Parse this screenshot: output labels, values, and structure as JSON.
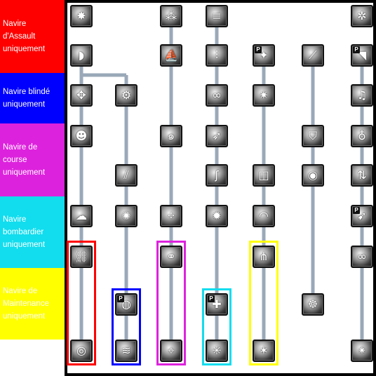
{
  "legend": [
    {
      "id": "assault",
      "label": "Navire\nd'Assault\nuniquement",
      "color": "#ff0000",
      "text_color": "#ffffff"
    },
    {
      "id": "armored",
      "label": "Navire blindé\nuniquement",
      "color": "#0000ff",
      "text_color": "#ffffff"
    },
    {
      "id": "racing",
      "label": "Navire de\ncourse\nuniquement",
      "color": "#dd22dd",
      "text_color": "#ffffff"
    },
    {
      "id": "bomber",
      "label": "Navire\nbombardier\nuniquement",
      "color": "#11ddee",
      "text_color": "#ffffff"
    },
    {
      "id": "maintenance",
      "label": "Navire de\nMaintenance\nuniquement",
      "color": "#ffff00",
      "text_color": "#ffffff"
    }
  ],
  "tree_background": "#ffffff",
  "connector_color": "#9aa8b8",
  "skills": [
    {
      "id": "c1-r1",
      "col": 1,
      "row": 1,
      "icon": "burst-icon",
      "passive": false
    },
    {
      "id": "c1-r2",
      "col": 1,
      "row": 2,
      "icon": "cannon-icon",
      "passive": false
    },
    {
      "id": "c1-r3",
      "col": 1,
      "row": 3,
      "icon": "cross-arrows-icon",
      "passive": false
    },
    {
      "id": "c1-r4",
      "col": 1,
      "row": 4,
      "icon": "figure-icon",
      "passive": false
    },
    {
      "id": "c1-r6",
      "col": 1,
      "row": 6,
      "icon": "smoke-icon",
      "passive": false
    },
    {
      "id": "c1-r7",
      "col": 1,
      "row": 7,
      "icon": "chain-icon",
      "passive": false
    },
    {
      "id": "c1-r9",
      "col": 1,
      "row": 9,
      "icon": "vortex-icon",
      "passive": false
    },
    {
      "id": "c2-r3",
      "col": 2,
      "row": 3,
      "icon": "gear-icon",
      "passive": false
    },
    {
      "id": "c2-r5",
      "col": 2,
      "row": 5,
      "icon": "rain-streaks-icon",
      "passive": false
    },
    {
      "id": "c2-r6",
      "col": 2,
      "row": 6,
      "icon": "flash-icon",
      "passive": false
    },
    {
      "id": "c2-r8",
      "col": 2,
      "row": 8,
      "icon": "globe-icon",
      "passive": true
    },
    {
      "id": "c2-r9",
      "col": 2,
      "row": 9,
      "icon": "tornado-icon",
      "passive": false
    },
    {
      "id": "c3-r1",
      "col": 3,
      "row": 1,
      "icon": "rocks-icon",
      "passive": false
    },
    {
      "id": "c3-r2",
      "col": 3,
      "row": 2,
      "icon": "sail-icon",
      "passive": false
    },
    {
      "id": "c3-r4",
      "col": 3,
      "row": 4,
      "icon": "swirl-icon",
      "passive": false
    },
    {
      "id": "c3-r6",
      "col": 3,
      "row": 6,
      "icon": "dots-icon",
      "passive": false
    },
    {
      "id": "c3-r7",
      "col": 3,
      "row": 7,
      "icon": "twin-cannon-icon",
      "passive": false
    },
    {
      "id": "c3-r9",
      "col": 3,
      "row": 9,
      "icon": "target-icon",
      "passive": false
    },
    {
      "id": "c4-r1",
      "col": 4,
      "row": 1,
      "icon": "pipes-icon",
      "passive": false
    },
    {
      "id": "c4-r2",
      "col": 4,
      "row": 2,
      "icon": "barrels-icon",
      "passive": false
    },
    {
      "id": "c4-r3",
      "col": 4,
      "row": 3,
      "icon": "knot-icon",
      "passive": false
    },
    {
      "id": "c4-r4",
      "col": 4,
      "row": 4,
      "icon": "wing-icon",
      "passive": false
    },
    {
      "id": "c4-r5",
      "col": 4,
      "row": 5,
      "icon": "hook-icon",
      "passive": false
    },
    {
      "id": "c4-r6",
      "col": 4,
      "row": 6,
      "icon": "explosion-icon",
      "passive": false
    },
    {
      "id": "c4-r8",
      "col": 4,
      "row": 8,
      "icon": "cannon-plus-icon",
      "passive": true
    },
    {
      "id": "c4-r9",
      "col": 4,
      "row": 9,
      "icon": "shatter-icon",
      "passive": false
    },
    {
      "id": "c5-r2",
      "col": 5,
      "row": 2,
      "icon": "sparkle-icon",
      "passive": true
    },
    {
      "id": "c5-r3",
      "col": 5,
      "row": 3,
      "icon": "nova-icon",
      "passive": false
    },
    {
      "id": "c5-r5",
      "col": 5,
      "row": 5,
      "icon": "drum-icon",
      "passive": false
    },
    {
      "id": "c5-r6",
      "col": 5,
      "row": 6,
      "icon": "lips-icon",
      "passive": false
    },
    {
      "id": "c5-r7",
      "col": 5,
      "row": 7,
      "icon": "claws-icon",
      "passive": false
    },
    {
      "id": "c5-r9",
      "col": 5,
      "row": 9,
      "icon": "star-burst-icon",
      "passive": false
    },
    {
      "id": "c6-r2",
      "col": 6,
      "row": 2,
      "icon": "slash-icon",
      "passive": false
    },
    {
      "id": "c6-r4",
      "col": 6,
      "row": 4,
      "icon": "shield-arrow-icon",
      "passive": false
    },
    {
      "id": "c6-r5",
      "col": 6,
      "row": 5,
      "icon": "orb-icon",
      "passive": false
    },
    {
      "id": "c6-r8",
      "col": 6,
      "row": 8,
      "icon": "wheel-icon",
      "passive": false
    },
    {
      "id": "c7-r1",
      "col": 7,
      "row": 1,
      "icon": "sawblade-icon",
      "passive": false
    },
    {
      "id": "c7-r2",
      "col": 7,
      "row": 2,
      "icon": "horn-icon",
      "passive": true
    },
    {
      "id": "c7-r3",
      "col": 7,
      "row": 3,
      "icon": "music-icon",
      "passive": false
    },
    {
      "id": "c7-r4",
      "col": 7,
      "row": 4,
      "icon": "bell-icon",
      "passive": false
    },
    {
      "id": "c7-r5",
      "col": 7,
      "row": 5,
      "icon": "swap-arrows-icon",
      "passive": false
    },
    {
      "id": "c7-r6",
      "col": 7,
      "row": 6,
      "icon": "spear-icon",
      "passive": true
    },
    {
      "id": "c7-r7",
      "col": 7,
      "row": 7,
      "icon": "goggles-icon",
      "passive": false
    },
    {
      "id": "c7-r9",
      "col": 7,
      "row": 9,
      "icon": "sparks-icon",
      "passive": false
    }
  ],
  "connections": [
    {
      "col": 1,
      "from_row": 2,
      "to_row": 9
    },
    {
      "col": 2,
      "from_row": 3,
      "to_row": 9
    },
    {
      "col": 3,
      "from_row": 1,
      "to_row": 9
    },
    {
      "col": 4,
      "from_row": 1,
      "to_row": 9
    },
    {
      "col": 5,
      "from_row": 2,
      "to_row": 9
    },
    {
      "col": 6,
      "from_row": 2,
      "to_row": 8
    },
    {
      "col": 7,
      "from_row": 2,
      "to_row": 9
    },
    {
      "from_col": 1,
      "from_row": 2,
      "to_col": 2,
      "to_row": 3,
      "type": "elbow"
    }
  ],
  "group_frames": [
    {
      "group": "assault",
      "col": 1,
      "from_row": 7,
      "to_row": 9
    },
    {
      "group": "armored",
      "col": 2,
      "from_row": 8,
      "to_row": 9
    },
    {
      "group": "racing",
      "col": 3,
      "from_row": 7,
      "to_row": 9
    },
    {
      "group": "bomber",
      "col": 4,
      "from_row": 8,
      "to_row": 9
    },
    {
      "group": "maintenance",
      "col": 5,
      "from_row": 7,
      "to_row": 9
    }
  ],
  "passive_badge": "P"
}
